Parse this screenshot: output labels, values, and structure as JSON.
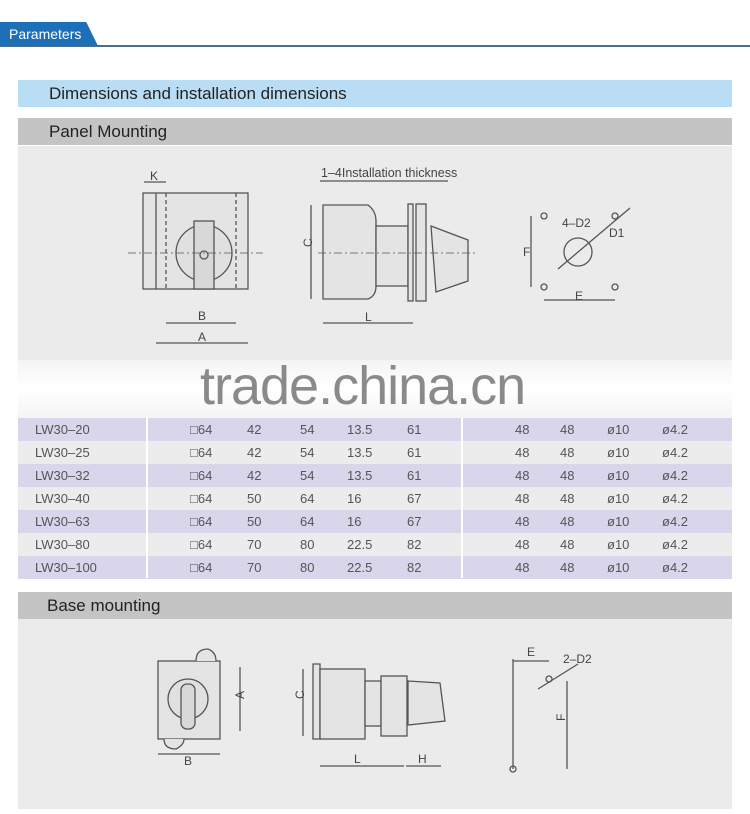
{
  "header": {
    "tab": "Parameters"
  },
  "sections": {
    "dims": "Dimensions and installation dimensions",
    "panel": "Panel Mounting",
    "base": "Base mounting"
  },
  "panel_diagram": {
    "thickness": "1–4Installation thickness",
    "K": "K",
    "B": "B",
    "A": "A",
    "C": "C",
    "L": "L",
    "F": "F",
    "E": "E",
    "D2": "4–D2",
    "D1": "D1"
  },
  "base_diagram": {
    "A": "A",
    "B": "B",
    "C": "C",
    "L": "L",
    "H": "H",
    "E": "E",
    "F": "F",
    "D2": "2–D2"
  },
  "watermark": "trade.china.cn",
  "table": {
    "rows": [
      [
        "LW30–20",
        "□64",
        "42",
        "54",
        "13.5",
        "61",
        "48",
        "48",
        "ø10",
        "ø4.2"
      ],
      [
        "LW30–25",
        "□64",
        "42",
        "54",
        "13.5",
        "61",
        "48",
        "48",
        "ø10",
        "ø4.2"
      ],
      [
        "LW30–32",
        "□64",
        "42",
        "54",
        "13.5",
        "61",
        "48",
        "48",
        "ø10",
        "ø4.2"
      ],
      [
        "LW30–40",
        "□64",
        "50",
        "64",
        "16",
        "67",
        "48",
        "48",
        "ø10",
        "ø4.2"
      ],
      [
        "LW30–63",
        "□64",
        "50",
        "64",
        "16",
        "67",
        "48",
        "48",
        "ø10",
        "ø4.2"
      ],
      [
        "LW30–80",
        "□64",
        "70",
        "80",
        "22.5",
        "82",
        "48",
        "48",
        "ø10",
        "ø4.2"
      ],
      [
        "LW30–100",
        "□64",
        "70",
        "80",
        "22.5",
        "82",
        "48",
        "48",
        "ø10",
        "ø4.2"
      ]
    ]
  }
}
